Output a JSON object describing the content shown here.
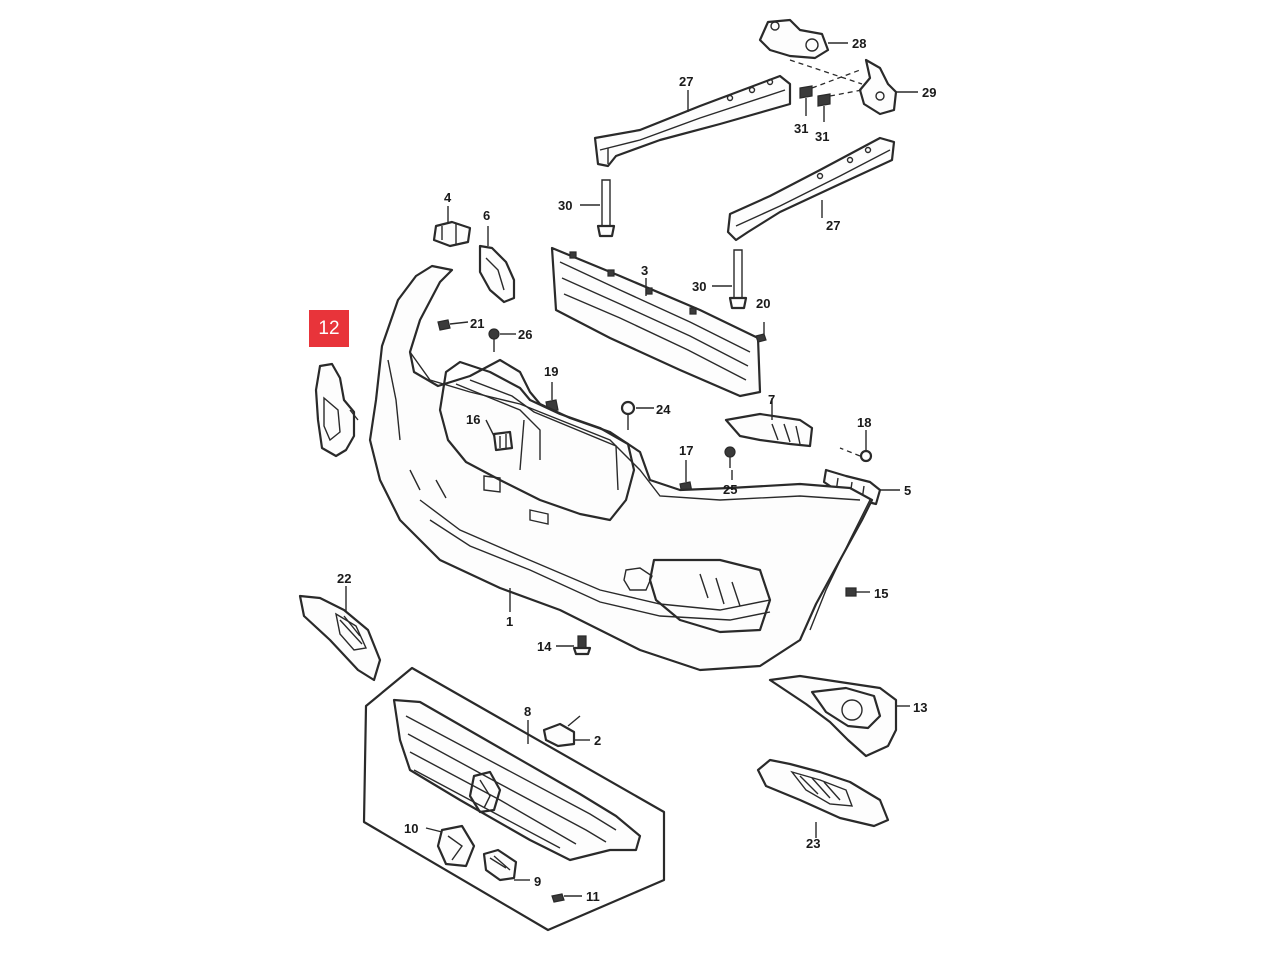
{
  "highlight": {
    "label": "12",
    "color": "#e8343a"
  },
  "callouts": [
    {
      "id": "c28",
      "label": "28"
    },
    {
      "id": "c29",
      "label": "29"
    },
    {
      "id": "c27a",
      "label": "27"
    },
    {
      "id": "c27b",
      "label": "27"
    },
    {
      "id": "c31a",
      "label": "31"
    },
    {
      "id": "c31b",
      "label": "31"
    },
    {
      "id": "c30a",
      "label": "30"
    },
    {
      "id": "c30b",
      "label": "30"
    },
    {
      "id": "c4",
      "label": "4"
    },
    {
      "id": "c6",
      "label": "6"
    },
    {
      "id": "c3",
      "label": "3"
    },
    {
      "id": "c20",
      "label": "20"
    },
    {
      "id": "c21",
      "label": "21"
    },
    {
      "id": "c26",
      "label": "26"
    },
    {
      "id": "c19",
      "label": "19"
    },
    {
      "id": "c24",
      "label": "24"
    },
    {
      "id": "c16",
      "label": "16"
    },
    {
      "id": "c7",
      "label": "7"
    },
    {
      "id": "c18",
      "label": "18"
    },
    {
      "id": "c17",
      "label": "17"
    },
    {
      "id": "c25",
      "label": "25"
    },
    {
      "id": "c5",
      "label": "5"
    },
    {
      "id": "c22",
      "label": "22"
    },
    {
      "id": "c15",
      "label": "15"
    },
    {
      "id": "c1",
      "label": "1"
    },
    {
      "id": "c14",
      "label": "14"
    },
    {
      "id": "c13",
      "label": "13"
    },
    {
      "id": "c8",
      "label": "8"
    },
    {
      "id": "c2",
      "label": "2"
    },
    {
      "id": "c10",
      "label": "10"
    },
    {
      "id": "c9",
      "label": "9"
    },
    {
      "id": "c11",
      "label": "11"
    },
    {
      "id": "c23",
      "label": "23"
    }
  ]
}
